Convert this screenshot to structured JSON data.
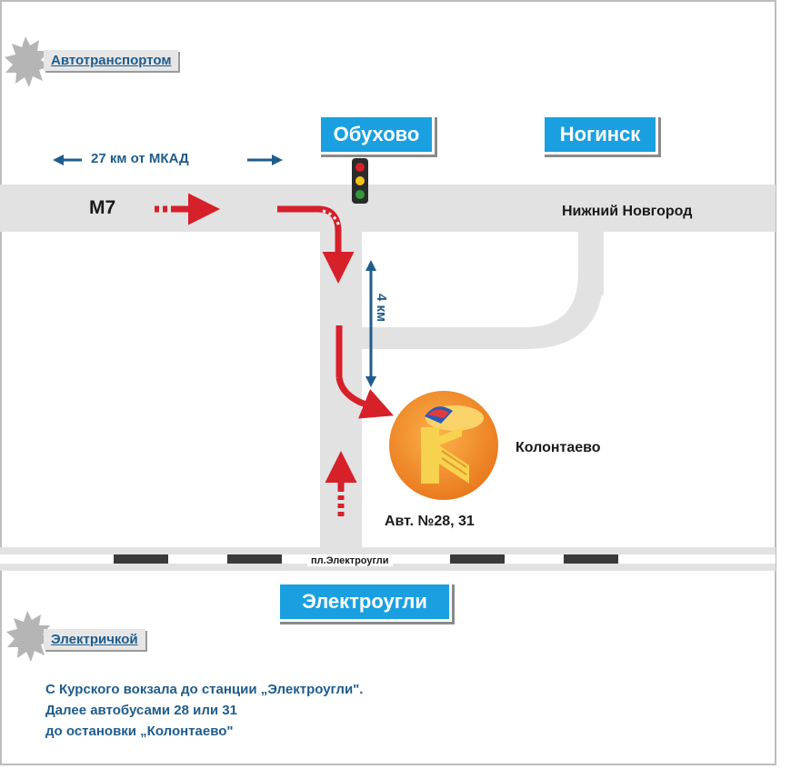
{
  "sections": {
    "auto_label": "Автотранспортом",
    "train_label": "Электричкой"
  },
  "signs": {
    "obukhovo": "Обухово",
    "noginsk": "Ногинск",
    "elektrougli": "Электроугли"
  },
  "labels": {
    "distance_mkad": "27 км от МКАД",
    "highway": "М7",
    "nizhny": "Нижний Новгород",
    "four_km": "4 км",
    "kolontaevo": "Колонтаево",
    "bus": "Авт. №28, 31",
    "station": "пл.Электроугли"
  },
  "instructions": [
    "С Курского вокзала до станции „Электроугли\".",
    "Далее автобусами 28 или 31",
    "до остановки „Колонтаево\""
  ],
  "colors": {
    "road": "#e2e2e2",
    "route": "#d6202a",
    "sign": "#1aa0e0",
    "text_blue": "#1f5c8c",
    "logo": "#f08a2a"
  }
}
